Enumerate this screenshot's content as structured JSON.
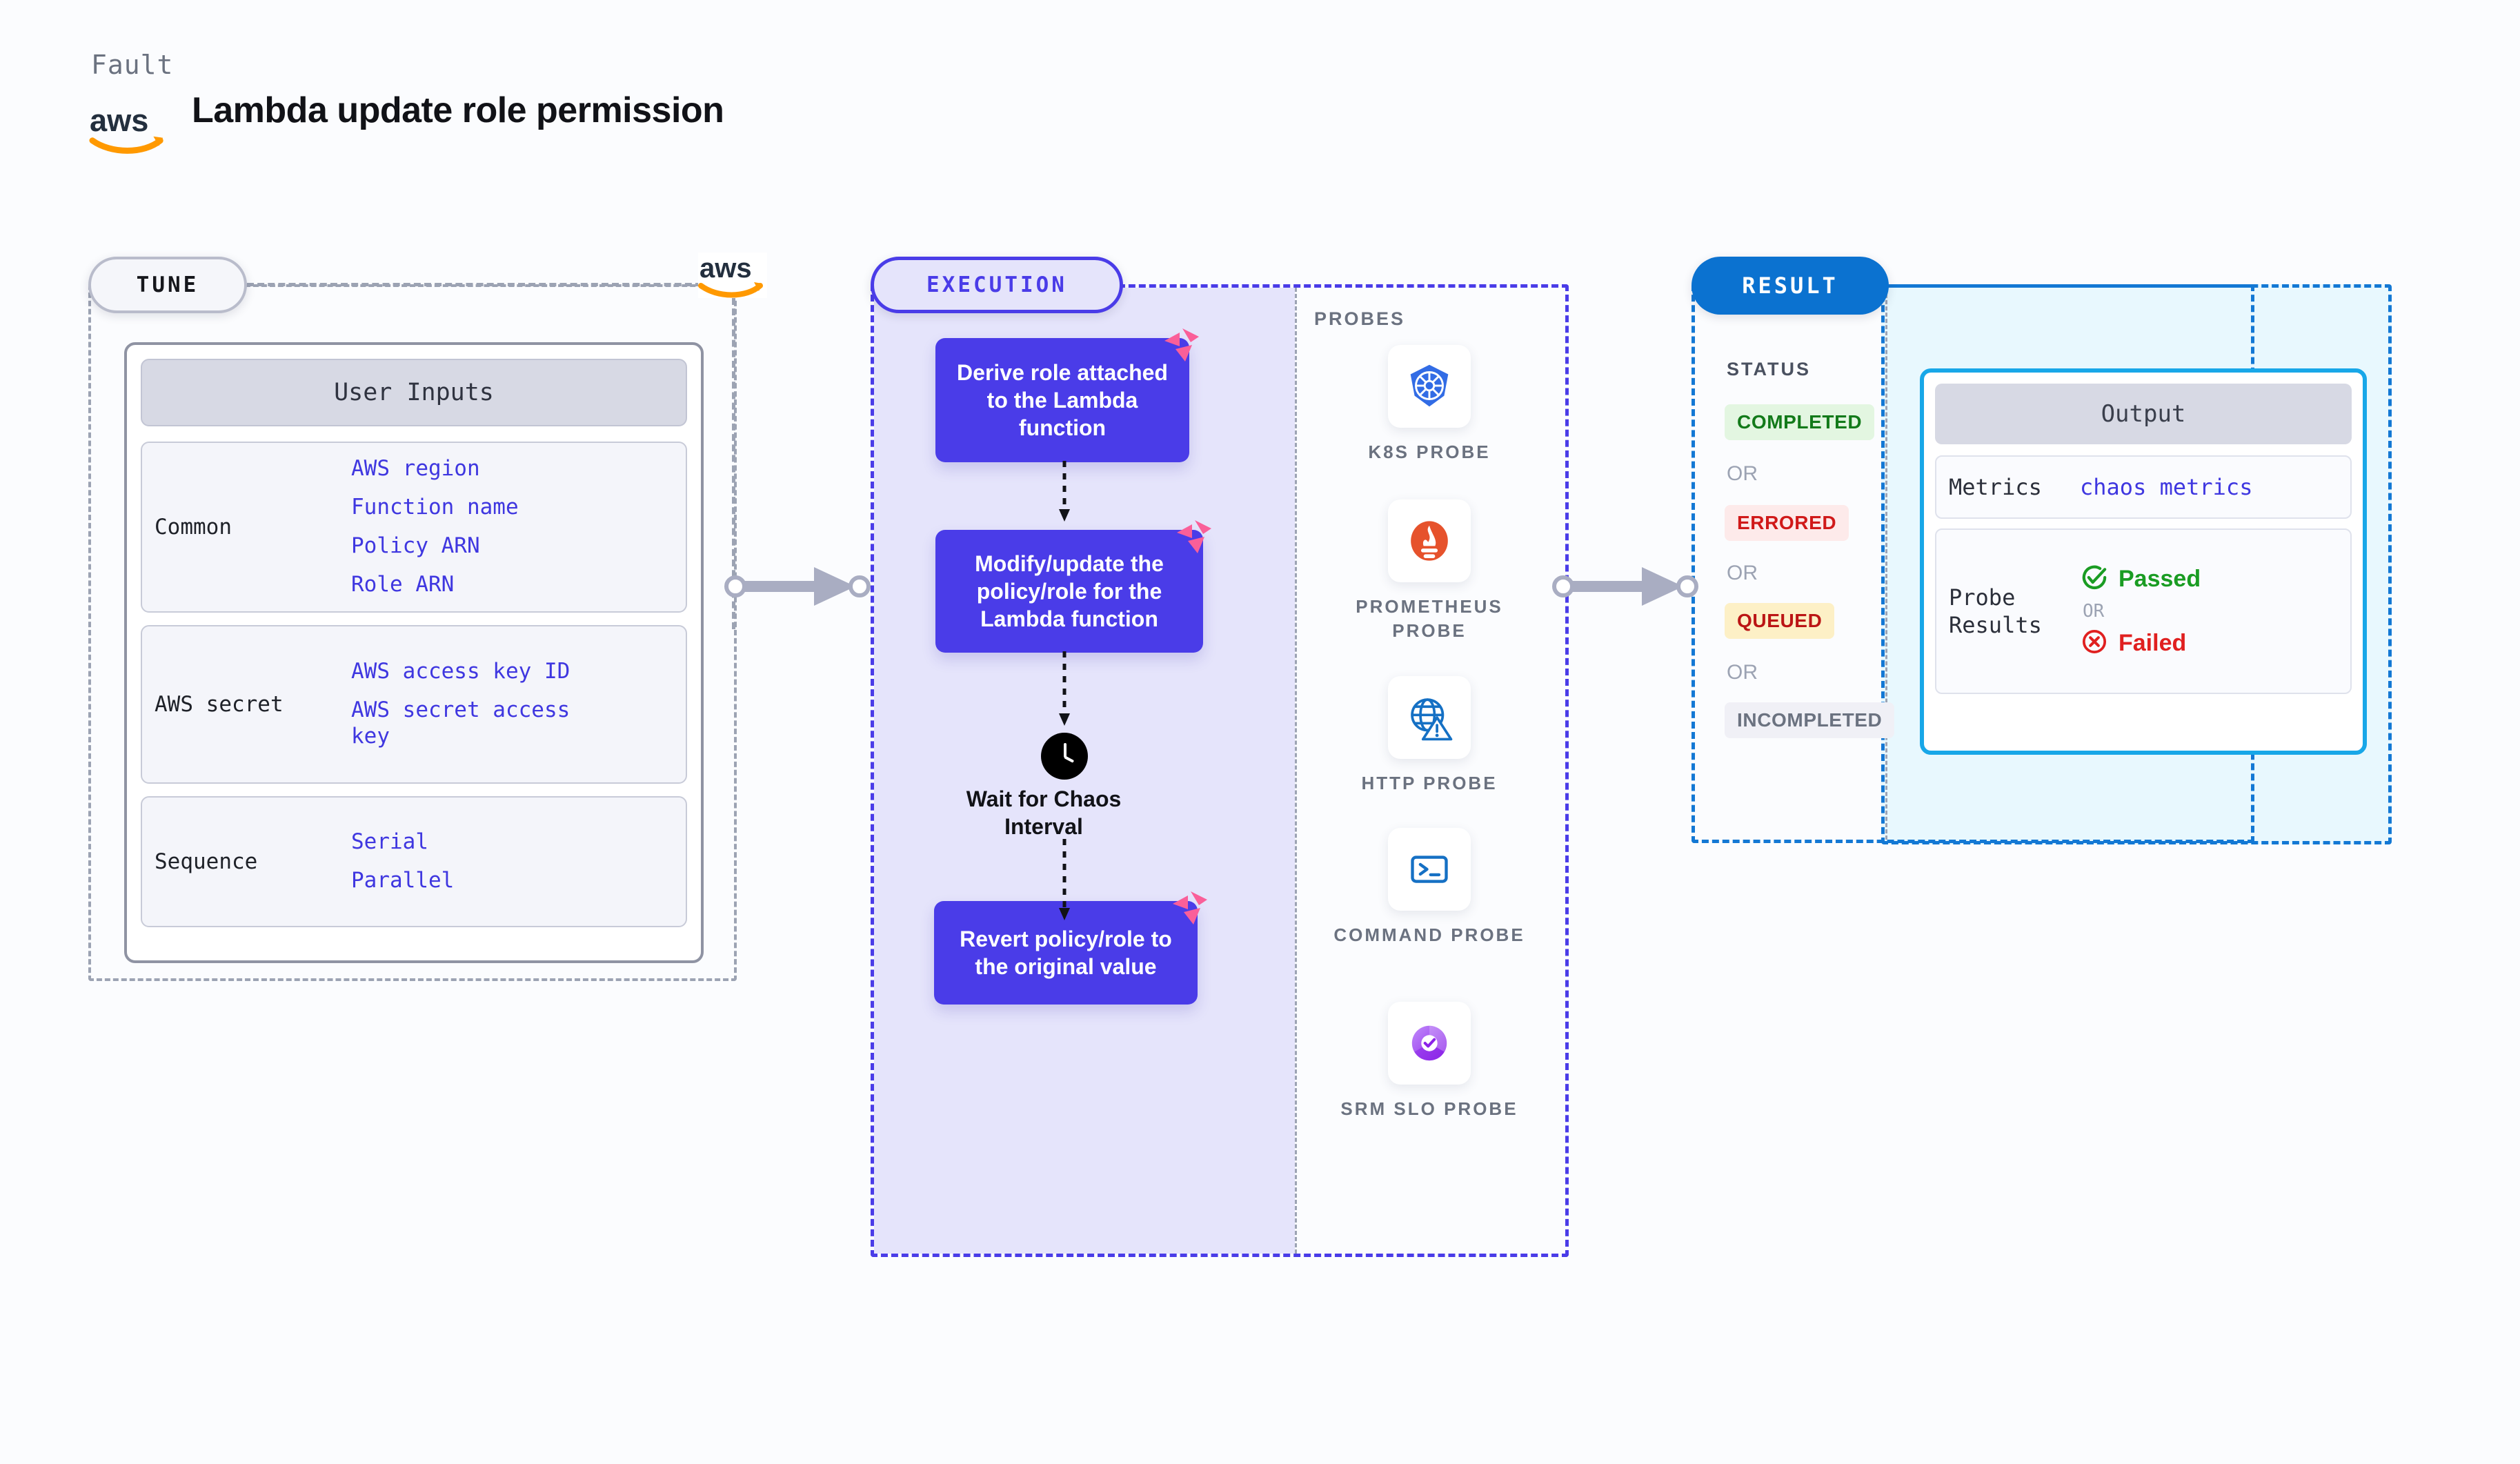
{
  "header": {
    "eyebrow": "Fault",
    "title": "Lambda update role permission",
    "logo_icon": "aws-logo-icon"
  },
  "tune": {
    "pill_label": "TUNE",
    "provider_logo": "aws-logo-icon",
    "card_title": "User Inputs",
    "groups": [
      {
        "label": "Common",
        "values": [
          "AWS region",
          "Function name",
          "Policy ARN",
          "Role ARN"
        ]
      },
      {
        "label": "AWS secret",
        "values": [
          "AWS access key ID",
          "AWS secret access key"
        ]
      },
      {
        "label": "Sequence",
        "values": [
          "Serial",
          "Parallel"
        ]
      }
    ]
  },
  "execution": {
    "pill_label": "EXECUTION",
    "steps": [
      {
        "text": "Derive role attached to the Lambda function",
        "badge_icon": "litmus-chaos-icon"
      },
      {
        "text": "Modify/update the policy/role for the Lambda function",
        "badge_icon": "litmus-chaos-icon"
      },
      {
        "text": "Revert policy/role to the original value",
        "badge_icon": "litmus-chaos-icon"
      }
    ],
    "wait": {
      "icon": "clock-icon",
      "label_line1": "Wait for Chaos",
      "label_line2": "Interval"
    }
  },
  "probes": {
    "title": "PROBES",
    "items": [
      {
        "name": "K8S PROBE",
        "icon": "kubernetes-icon"
      },
      {
        "name": "PROMETHEUS PROBE",
        "icon": "prometheus-icon"
      },
      {
        "name": "HTTP PROBE",
        "icon": "http-globe-warning-icon"
      },
      {
        "name": "COMMAND PROBE",
        "icon": "terminal-icon"
      },
      {
        "name": "SRM SLO PROBE",
        "icon": "srm-slo-icon"
      }
    ]
  },
  "result": {
    "pill_label": "RESULT",
    "status_title": "STATUS",
    "or_label": "OR",
    "statuses": [
      {
        "label": "COMPLETED",
        "bg": "#e3f6e1",
        "fg": "#137a1a"
      },
      {
        "label": "ERRORED",
        "bg": "#fdeaea",
        "fg": "#d01919"
      },
      {
        "label": "QUEUED",
        "bg": "#fdf0c6",
        "fg": "#bb1515"
      },
      {
        "label": "INCOMPLETED",
        "bg": "#f0f0f6",
        "fg": "#6b7280"
      }
    ],
    "output": {
      "title": "Output",
      "rows": [
        {
          "key": "Metrics",
          "value": "chaos metrics"
        },
        {
          "key": "Probe Results"
        }
      ],
      "probe_pass": {
        "label": "Passed",
        "icon": "check-circle-icon",
        "color": "#1a9c23"
      },
      "probe_fail": {
        "label": "Failed",
        "icon": "x-circle-icon",
        "color": "#e02020"
      },
      "or_label": "OR"
    }
  },
  "colors": {
    "execution_accent": "#4a3ce8",
    "result_accent": "#1378d4",
    "output_accent": "#18a7e8",
    "litmus_pink": "#fa5f99",
    "input_value": "#3f37e0",
    "aws_orange": "#ff9900"
  }
}
